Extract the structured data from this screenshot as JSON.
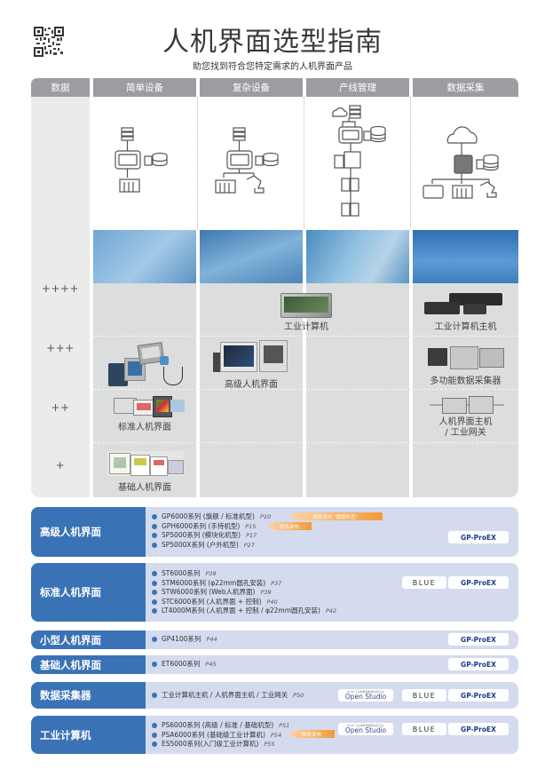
{
  "header": {
    "title": "人机界面选型指南",
    "subtitle": "助您找到符合您特定需求的人机界面产品",
    "qr_icon": "qr-code"
  },
  "matrix": {
    "row_header": "数据",
    "columns": [
      {
        "label": "简单设备",
        "diagram": "hmi-server-plc-diagram"
      },
      {
        "label": "复杂设备",
        "diagram": "hmi-server-plc-robot-diagram"
      },
      {
        "label": "产线管理",
        "diagram": "cloud-hmi-line-diagram"
      },
      {
        "label": "数据采集",
        "diagram": "cloud-gateway-diagram"
      }
    ],
    "ratings": [
      "++++",
      "+++",
      "++",
      "+"
    ],
    "products": {
      "industrial_pc": "工业计算机",
      "industrial_pc_host": "工业计算机主机",
      "advanced_hmi": "高级人机界面",
      "multi_data_collector": "多功能数据采集器",
      "standard_hmi": "标准人机界面",
      "hmi_host_line1": "人机界面主机",
      "hmi_host_line2": "/ 工业网关",
      "basic_hmi": "基础人机界面"
    }
  },
  "series": [
    {
      "category": "高级人机界面",
      "items": [
        {
          "name": "GP6000系列 (旗舰 / 标准机型)",
          "page": "P10",
          "tag": "即将发布 \"旗舰机型\""
        },
        {
          "name": "GPH6000系列 (手持机型)",
          "page": "P15",
          "tag": "即将发布"
        },
        {
          "name": "SP5000系列 (模块化机型)",
          "page": "P17"
        },
        {
          "name": "SP5000X系列 (户外机型)",
          "page": "P27"
        }
      ],
      "software": [
        "GP-ProEX"
      ]
    },
    {
      "category": "标准人机界面",
      "items": [
        {
          "name": "ST6000系列",
          "page": "P29"
        },
        {
          "name": "STM6000系列 (φ22mm圆孔安装)",
          "page": "P37"
        },
        {
          "name": "STW6000系列 (Web人机界面)",
          "page": "P39"
        },
        {
          "name": "STC6000系列 (人机界面 + 控制)",
          "page": "P40"
        },
        {
          "name": "LT4000M系列 (人机界面 + 控制 / φ22mm圆孔安装)",
          "page": "P42"
        }
      ],
      "software": [
        "BLUE",
        "GP-ProEX"
      ]
    },
    {
      "category": "小型人机界面",
      "items": [
        {
          "name": "GP4100系列",
          "page": "P44"
        }
      ],
      "software": [
        "GP-ProEX"
      ]
    },
    {
      "category": "基础人机界面",
      "items": [
        {
          "name": "ET6000系列",
          "page": "P45"
        }
      ],
      "software": [
        "GP-ProEX"
      ]
    },
    {
      "category": "数据采集器",
      "items": [
        {
          "name": "工业计算机主机 / 人机界面主机 / 工业网关",
          "page": "P50"
        }
      ],
      "software": [
        "Open Studio",
        "BLUE",
        "GP-ProEX"
      ]
    },
    {
      "category": "工业计算机",
      "items": [
        {
          "name": "PS6000系列 (高级 / 标准 / 基础机型)",
          "page": "P51"
        },
        {
          "name": "PSA6000系列 (基础级工业计算机)",
          "page": "P54",
          "tag": "即将发布"
        },
        {
          "name": "ES5000系列(入门级工业计算机)",
          "page": "P55"
        }
      ],
      "software": [
        "Open Studio",
        "BLUE",
        "GP-ProEX"
      ]
    }
  ],
  "open_studio_caption": "BLUE 工业物联网数据采集平台",
  "colors": {
    "category_blue": "#3a73b5",
    "row_bg": "#d4dbee",
    "tag_orange": "#f39a3a",
    "header_gray": "#9c9da0"
  }
}
